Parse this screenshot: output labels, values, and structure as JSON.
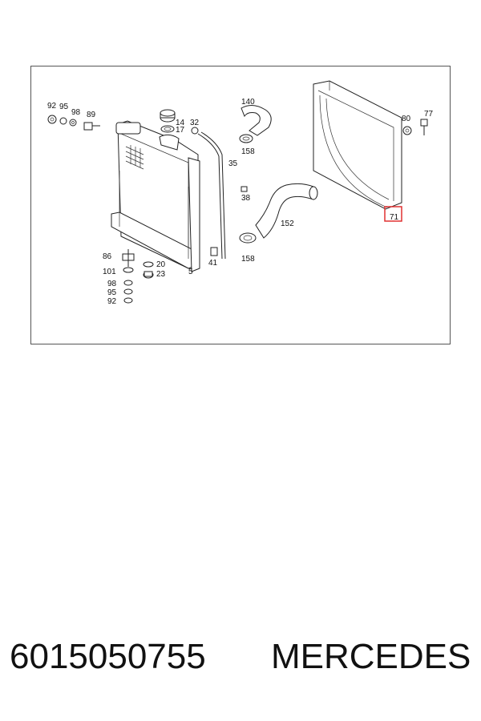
{
  "diagram": {
    "callouts": {
      "c92a": "92",
      "c95a": "95",
      "c98a": "98",
      "c89": "89",
      "c14": "14",
      "c17": "17",
      "c32": "32",
      "c35": "35",
      "c140": "140",
      "c158a": "158",
      "c38": "38",
      "c152": "152",
      "c158b": "158",
      "c80": "80",
      "c77": "77",
      "c71": "71",
      "c86": "86",
      "c101": "101",
      "c98b": "98",
      "c95b": "95",
      "c92b": "92",
      "c20": "20",
      "c23": "23",
      "c5": "5",
      "c41": "41"
    },
    "highlight_color": "#e03030"
  },
  "footer": {
    "part_number": "6015050755",
    "brand": "MERCEDES"
  }
}
